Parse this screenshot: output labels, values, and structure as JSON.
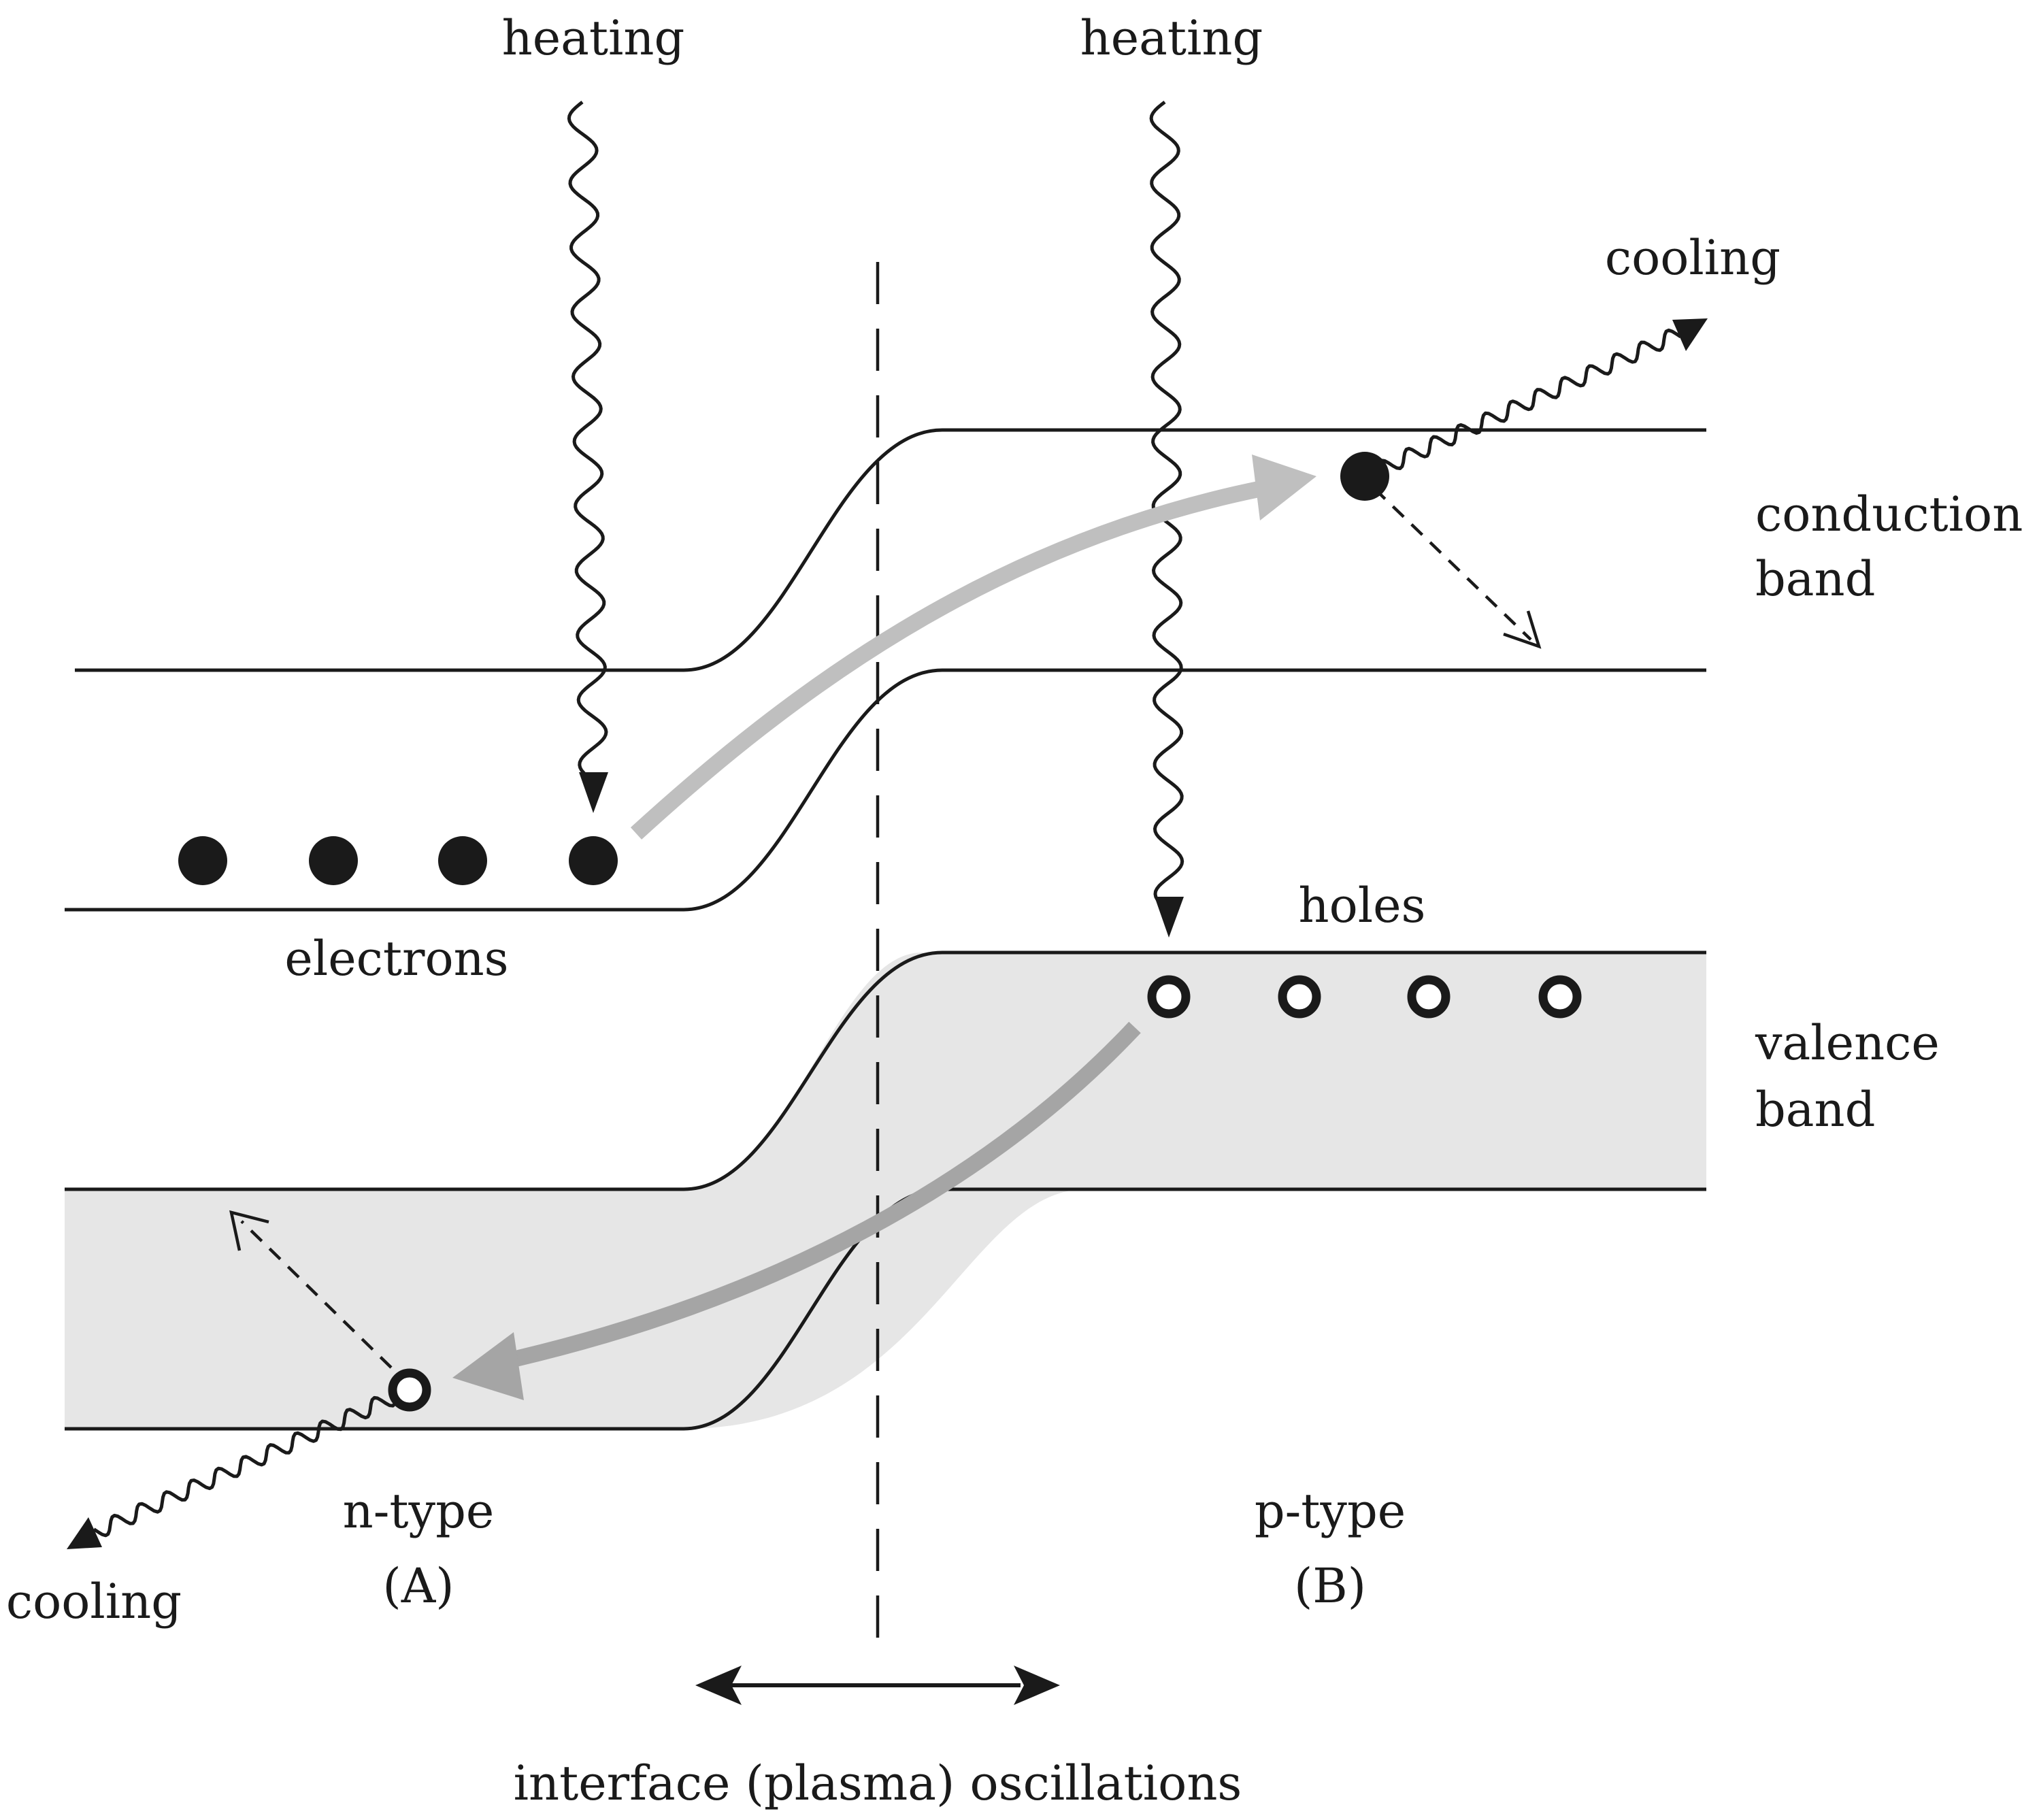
{
  "labels": {
    "heating_left": "heating",
    "heating_right": "heating",
    "cooling_right": "cooling",
    "cooling_left": "cooling",
    "conduction_band_line1": "conduction",
    "conduction_band_line2": "band",
    "valence_band_line1": "valence",
    "valence_band_line2": "band",
    "electrons": "electrons",
    "holes": "holes",
    "n_type": "n-type",
    "n_type_letter": "(A)",
    "p_type": "p-type",
    "p_type_letter": "(B)",
    "interface": "interface (plasma) oscillations"
  },
  "colors": {
    "ink": "#1a1a1a",
    "valence_band_fill": "#e6e6e6",
    "electron_flow_arrow": "#bfbfbf",
    "hole_flow_arrow": "#a5a5a5"
  },
  "counts": {
    "electrons_in_n_region": 4,
    "holes_in_p_region": 4
  }
}
